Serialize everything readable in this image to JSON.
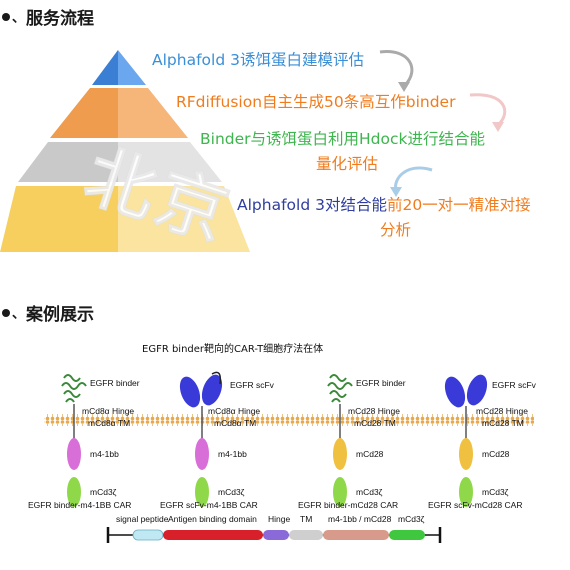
{
  "section1": {
    "title": "服务流程"
  },
  "steps": [
    {
      "text": "Alphafold 3诱饵蛋白建模评估"
    },
    {
      "text": "RFdiffusion自主生成50条高互作binder"
    },
    {
      "text": "Binder与诱饵蛋白利用Hdock进行结合能",
      "text2": "量化评估"
    },
    {
      "text_a": "Alphafold 3对结合能",
      "text_b": "前20一对一精准对接",
      "text2": "分析"
    }
  ],
  "watermark": {
    "text": "北京"
  },
  "section2": {
    "title": "案例展示"
  },
  "figure": {
    "title": "EGFR binder靶向的CAR-T细胞疗法在体",
    "constructs": [
      {
        "antigen_label": "EGFR binder",
        "hinge": "mCd8α Hinge",
        "tm": "mCd8α TM",
        "costim": "m4-1bb",
        "zeta": "mCd3ζ",
        "caption": "EGFR binder-m4-1BB CAR"
      },
      {
        "antigen_label": "EGFR scFv",
        "hinge": "mCd8α Hinge",
        "tm": "mCd8α TM",
        "costim": "m4-1bb",
        "zeta": "mCd3ζ",
        "caption": "EGFR scFv-m4-1BB CAR"
      },
      {
        "antigen_label": "EGFR binder",
        "hinge": "mCd28 Hinge",
        "tm": "mCd28 TM",
        "costim": "mCd28",
        "zeta": "mCd3ζ",
        "caption": "EGFR binder-mCd28 CAR"
      },
      {
        "antigen_label": "EGFR scFv",
        "hinge": "mCd28 Hinge",
        "tm": "mCd28 TM",
        "costim": "mCd28",
        "zeta": "mCd3ζ",
        "caption": "EGFR scFv-mCd28 CAR"
      }
    ],
    "domain_bar": {
      "labels": [
        "signal peptide",
        "Antigen binding domain",
        "Hinge",
        "TM",
        "m4-1bb / mCd28",
        "mCd3ζ"
      ]
    }
  },
  "colors": {
    "pyr_top": "#4a90e2",
    "pyr_orange": "#f2a561",
    "pyr_gray": "#d3d3d3",
    "pyr_yellow": "#f8d978",
    "membrane": "#e8a84c",
    "costim_pink": "#d86fd8",
    "costim_yellow": "#f0c040",
    "zeta_green": "#8fd84a"
  }
}
